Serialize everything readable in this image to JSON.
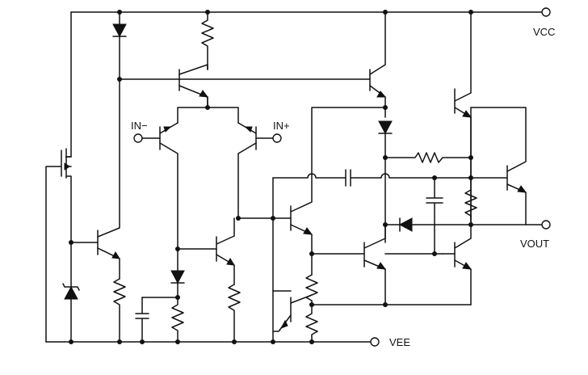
{
  "schematic": {
    "labels": {
      "vcc": "VCC",
      "vee": "VEE",
      "vout": "VOUT",
      "in_minus": "IN−",
      "in_plus": "IN+"
    }
  }
}
